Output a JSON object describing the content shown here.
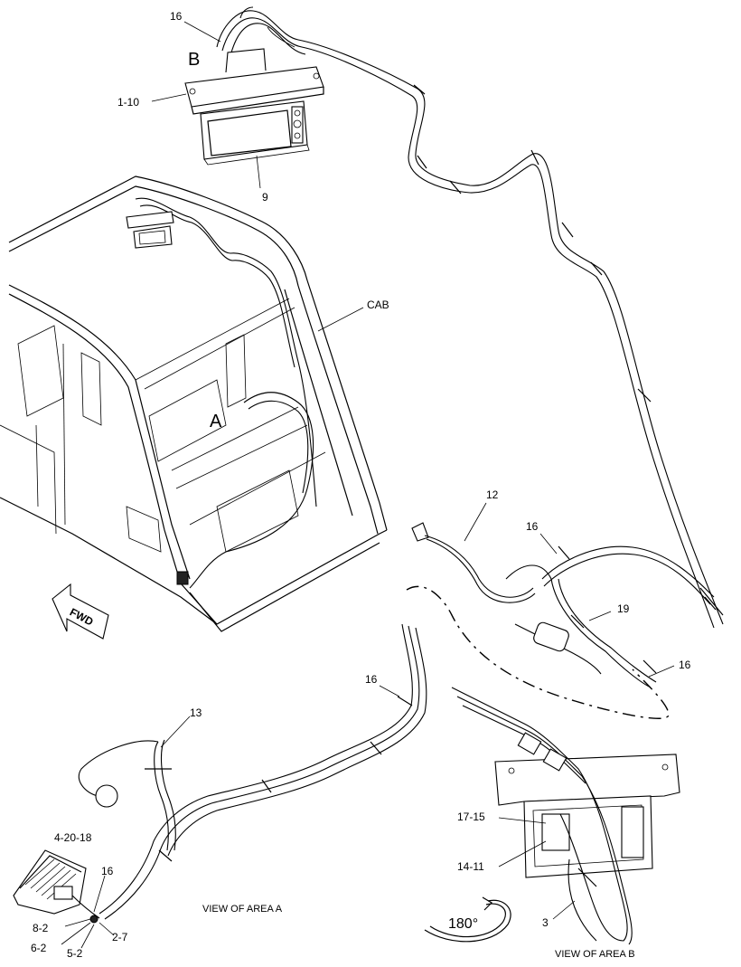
{
  "callouts": {
    "c16_top": "16",
    "letter_b": "B",
    "c1_10": "1-10",
    "c9": "9",
    "cab": "CAB",
    "letter_a": "A",
    "c12": "12",
    "c16_right": "16",
    "c19": "19",
    "c16_right2": "16",
    "c16_mid": "16",
    "c13": "13",
    "c4_20_18": "4-20-18",
    "c16_low": "16",
    "c8_2": "8-2",
    "c6_2": "6-2",
    "c5_2": "5-2",
    "c2_7": "2-7",
    "c17_15": "17-15",
    "c14_11": "14-11",
    "c3": "3"
  },
  "captions": {
    "view_a": "VIEW OF AREA A",
    "view_b": "VIEW OF AREA B",
    "rotation": "180°",
    "fwd": "FWD"
  }
}
